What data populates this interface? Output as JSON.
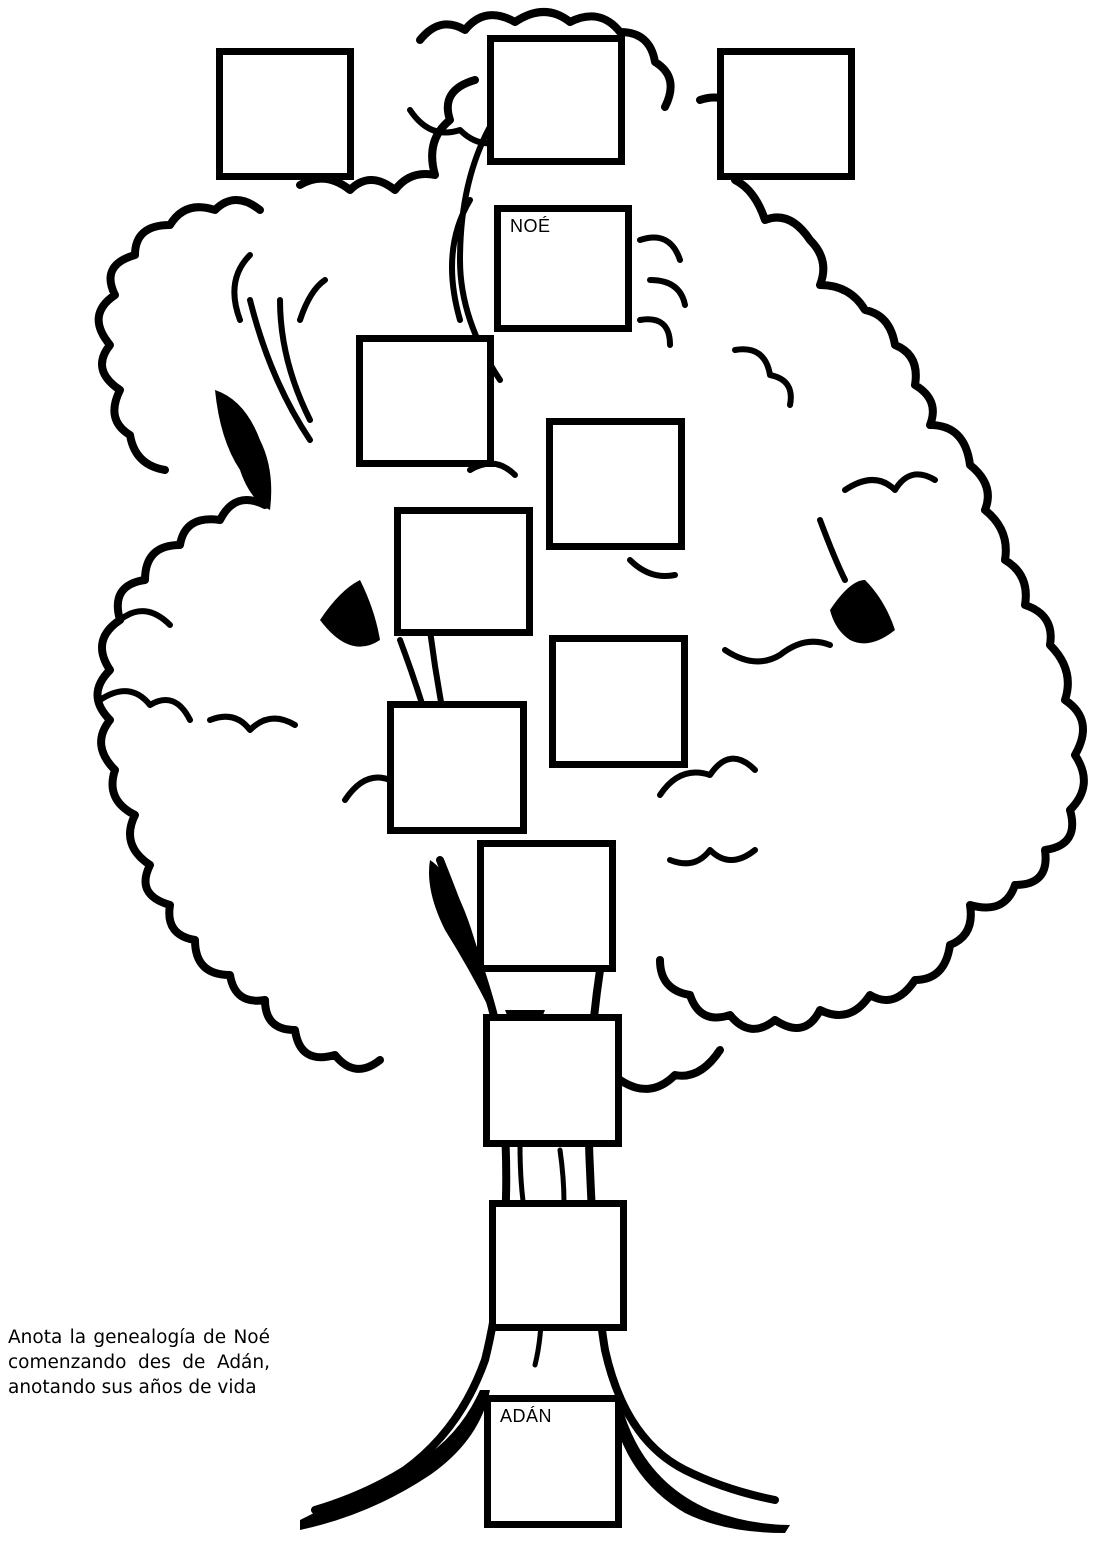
{
  "instruction": {
    "text": "Anota la genealogía de Noé comenzando des de Adán, anotando sus años de vida"
  },
  "boxes": {
    "top_left": "",
    "top_center": "",
    "top_right": "",
    "noe": "NOÉ",
    "gen_9": "",
    "gen_8": "",
    "gen_7": "",
    "gen_6": "",
    "gen_5": "",
    "gen_4": "",
    "gen_3": "",
    "gen_2": "",
    "adan": "ADÁN"
  },
  "colors": {
    "ink": "#000000",
    "paper": "#ffffff"
  }
}
